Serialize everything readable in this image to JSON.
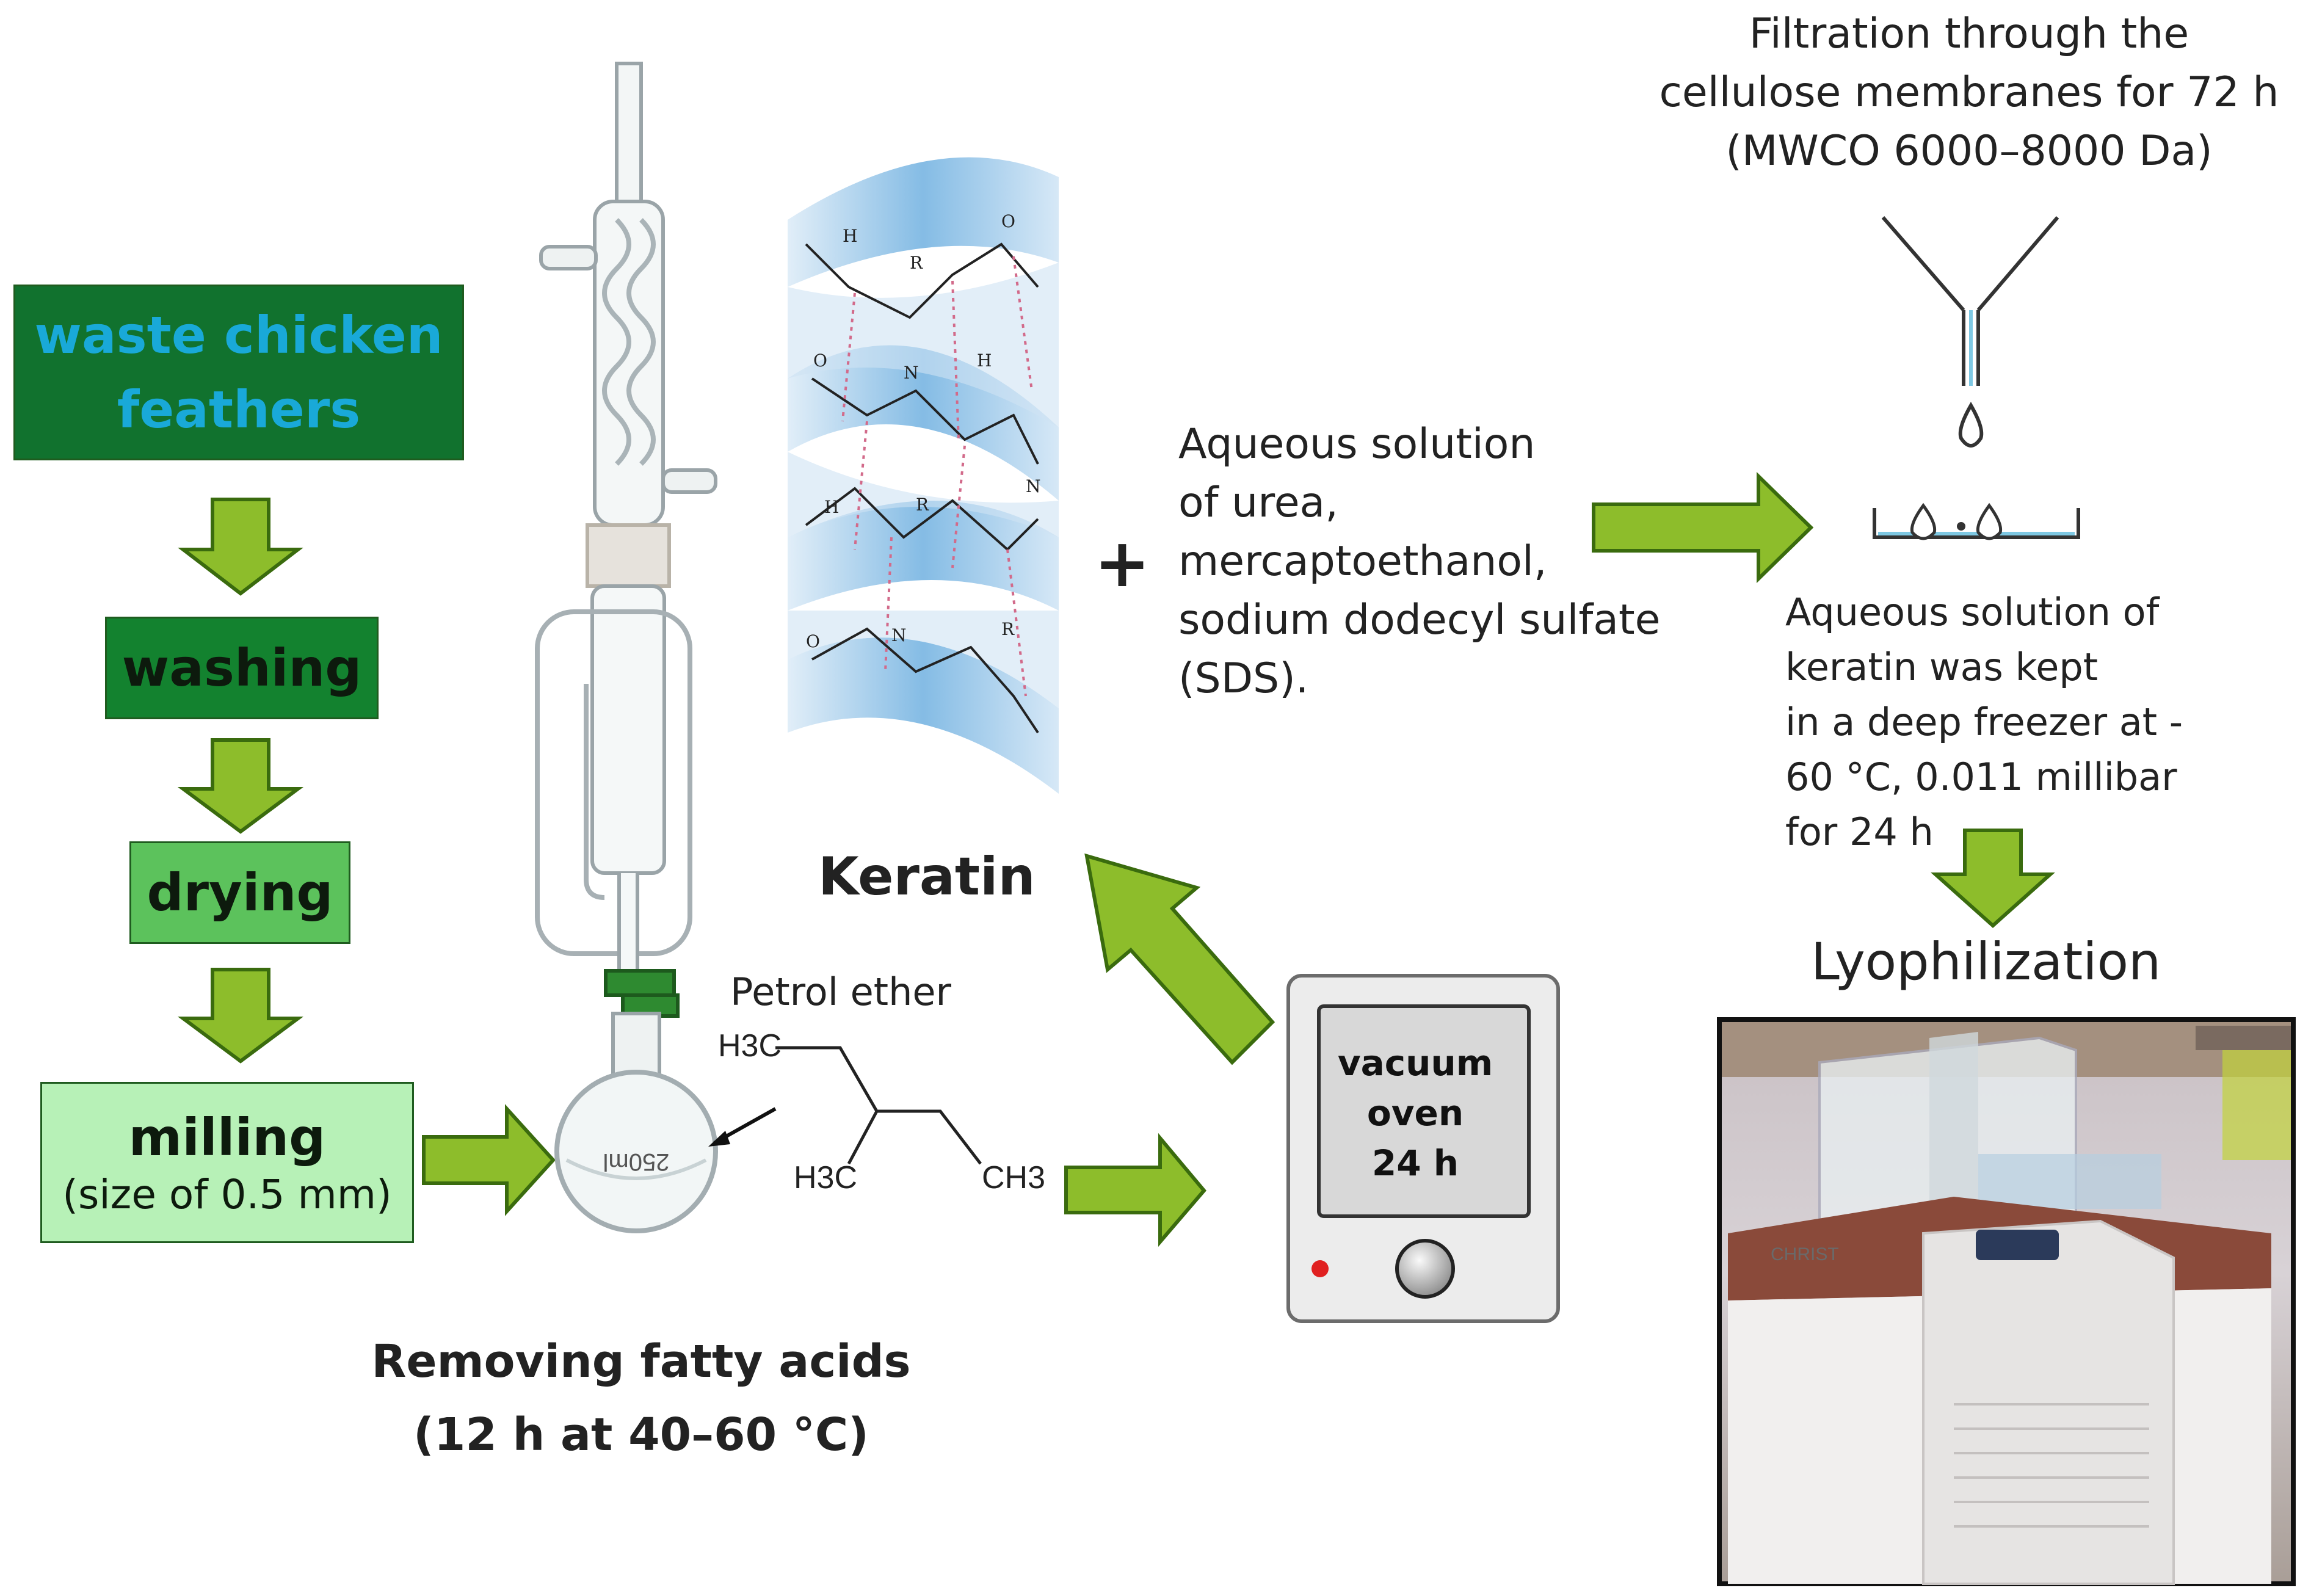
{
  "steps": {
    "waste_line1": "waste chicken",
    "waste_line2": "feathers",
    "washing": "washing",
    "drying": "drying",
    "milling": "milling",
    "milling_sub": "(size of 0.5 mm)"
  },
  "soxhlet": {
    "flask_label": "250ml",
    "petrol_ether": "Petrol ether",
    "removing_line1": "Removing fatty acids",
    "removing_line2": "(12 h at 40–60 °C)"
  },
  "molecule": {
    "h3c_top": "H3C",
    "h3c_bottom": "H3C",
    "ch3": "CH3"
  },
  "oven": {
    "line1": "vacuum",
    "line2": "oven",
    "line3": "24 h"
  },
  "keratin": {
    "label": "Keratin",
    "plus": "+"
  },
  "reagents": {
    "line1": "Aqueous solution",
    "line2": "of urea,",
    "line3": "mercaptoethanol,",
    "line4": "sodium dodecyl sulfate",
    "line5": "(SDS)."
  },
  "filtration": {
    "line1": "Filtration through the",
    "line2": "cellulose membranes for 72 h",
    "line3": "(MWCO 6000–8000 Da)"
  },
  "freezing": {
    "line1": "Aqueous solution of",
    "line2": "keratin was kept",
    "line3": "in a deep freezer at -",
    "line4": "60 °C, 0.011 millibar",
    "line5": "for 24 h"
  },
  "lyophilization": {
    "label": "Lyophilization",
    "device_brand": "CHRIST"
  },
  "colors": {
    "arrow_fill": "#8dbd2b",
    "arrow_stroke": "#3a6b0e",
    "helix": "#5ba3d6",
    "dark_green": "#11722e",
    "cyan_text": "#19a9d8"
  }
}
